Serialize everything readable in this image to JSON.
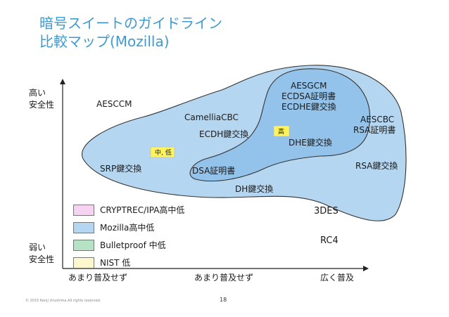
{
  "title": {
    "line1": "暗号スイートのガイドライン",
    "line2": "比較マップ(Mozilla)"
  },
  "axes": {
    "y_high": [
      "高い",
      "安全性"
    ],
    "y_low": [
      "弱い",
      "安全性"
    ],
    "x_labels": [
      "あまり普及せず",
      "あまり普及せず",
      "広く普及"
    ]
  },
  "outer_region_labels": [
    "AESCCM",
    "CamelliaCBC",
    "ECDH鍵交換",
    "SRP鍵交換",
    "DSA証明書",
    "DH鍵交換",
    "RSA鍵交換",
    "AESCBC",
    "RSA証明書"
  ],
  "inner_region_labels": [
    "AESGCM",
    "ECDSA証明書",
    "ECDHE鍵交換",
    "DHE鍵交換"
  ],
  "outside_labels": [
    "3DES",
    "RC4"
  ],
  "badges": {
    "middle": "中, 低",
    "high": "高"
  },
  "legend": [
    {
      "label": "CRYPTREC/IPA高中低",
      "color": "#f7d3f2"
    },
    {
      "label": "Mozilla高中低",
      "color": "#b5d6f0"
    },
    {
      "label": "Bulletproof 中低",
      "color": "#b6e2c6"
    },
    {
      "label": "NIST 低",
      "color": "#fdf7cf"
    }
  ],
  "colors": {
    "title": "#3f9ad1",
    "outer_fill": "#b5d6f0",
    "inner_fill": "#93c3ea",
    "badge": "#fdf35a"
  },
  "footer": "© 2015 Kenji Urushima All rights reserved.",
  "page_number": "18"
}
